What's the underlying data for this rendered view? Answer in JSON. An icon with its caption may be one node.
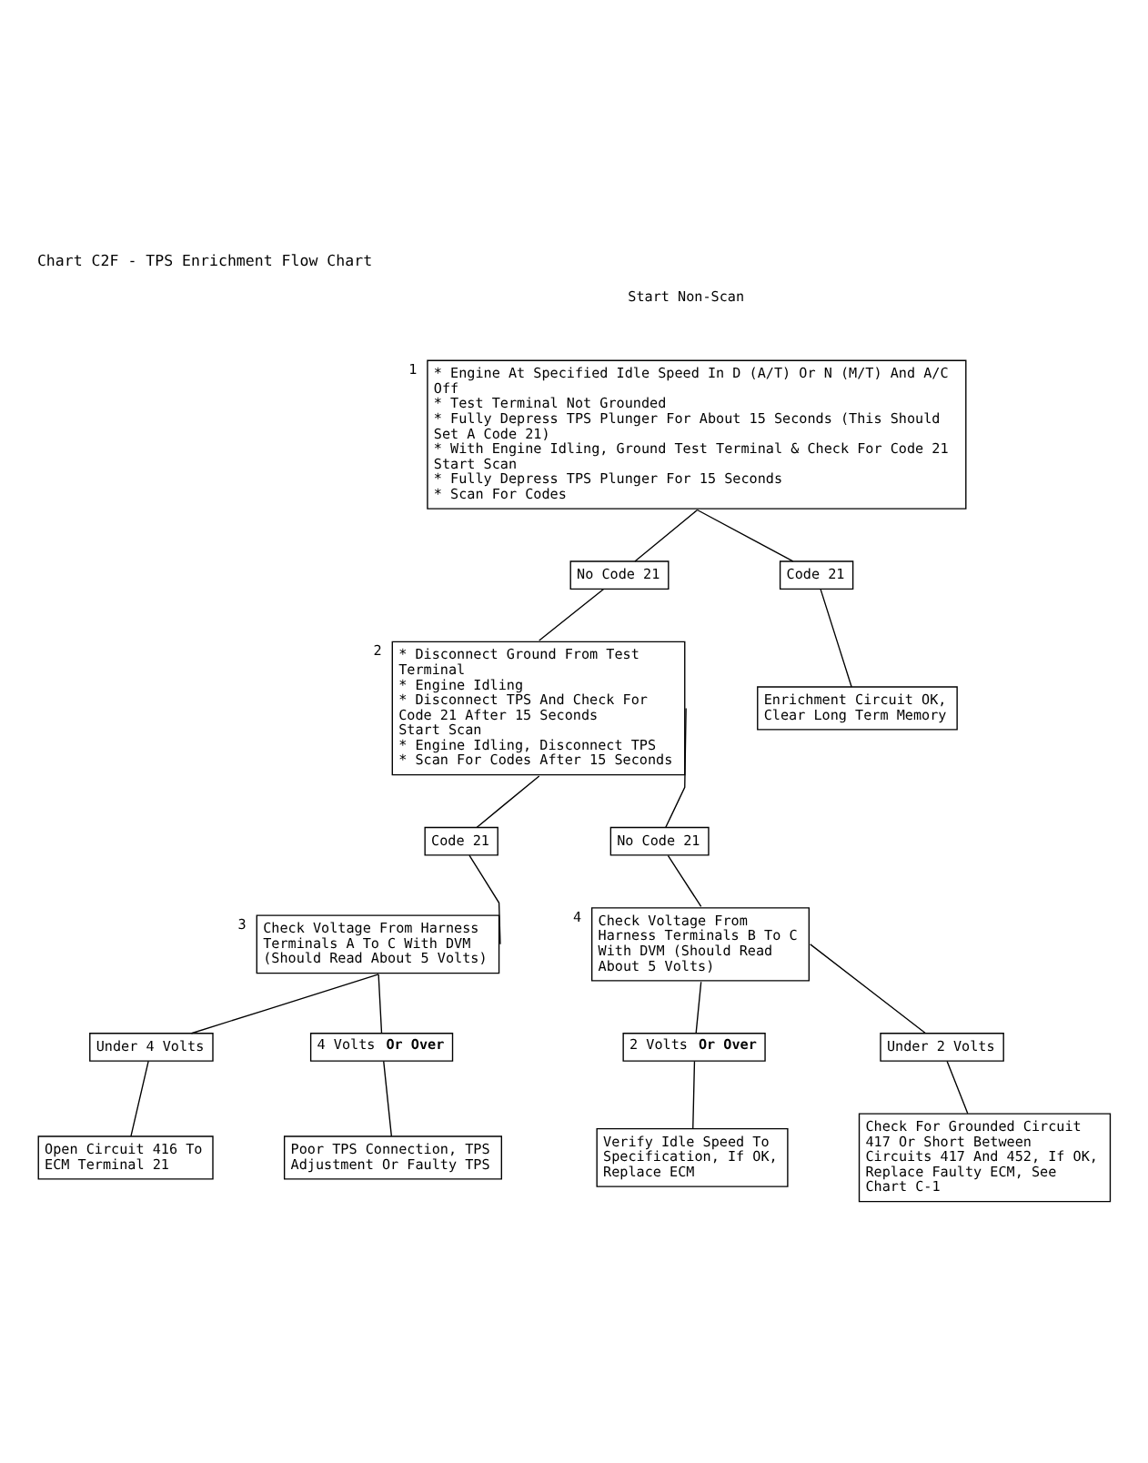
{
  "diagram": {
    "title": "Chart C2F - TPS Enrichment Flow Chart",
    "nodes": [
      {
        "text": [
          "* Engine At Specified Idle Speed In D (A/T) Or N (M/T) And A/C Off",
          "* Test Terminal Not Grounded",
          "* Fully Depress TPS Plunger For About 15 Seconds (This Should Set A Code 21)",
          "* With Engine Idling, Ground Test Terminal & Check For Code 21",
          "Start Scan",
          "* Fully Depress TPS Plunger For 15 Seconds",
          "* Scan For Codes"
        ],
        "beside": [
          "1"
        ]
      },
      {
        "text": [
          "No Code 21"
        ]
      },
      {
        "text": [
          "Code 21"
        ]
      },
      {
        "text": [
          "* Disconnect Ground From Test Terminal",
          "* Engine Idling",
          "* Disconnect TPS And Check For Code 21 After 15 Seconds",
          "Start Scan",
          "* Engine Idling, Disconnect TPS",
          "* Scan For Codes After 15 Seconds"
        ],
        "beside": [
          "2"
        ]
      },
      {
        "text": [
          "Enrichment Circuit OK, Clear Long Term Memory"
        ]
      },
      {
        "text": [
          "Code 21"
        ]
      },
      {
        "text": [
          "No Code 21"
        ]
      },
      {
        "text": [
          "Check Voltage From Harness Terminals A To C With DVM (Should Read About 5 Volts)"
        ],
        "beside": [
          "3"
        ]
      },
      {
        "text": [
          "Check Voltage From Harness Terminals B To C With DVM (Should Read About 5 Volts)"
        ],
        "beside": [
          "4"
        ]
      },
      {
        "text": [
          "Under 4 Volts"
        ]
      },
      {
        "text": [
          "Open Circuit 416 To ECM Terminal 21"
        ]
      },
      {
        "text": [
          "4 Volts **Or Over**"
        ]
      },
      {
        "text": [
          "Poor TPS Connection, TPS Adjustment Or Faulty TPS"
        ]
      },
      {
        "text": [
          "2 Volts **Or Over**"
        ]
      },
      {
        "text": [
          "Verify Idle Speed To Specification, If OK, Replace ECM"
        ]
      },
      {
        "text": [
          "Under 2 Volts"
        ]
      },
      {
        "text": [
          "Check For Grounded Circuit 417 Or Short Between Circuits 417 And 452, If OK, Replace Faulty ECM, See Chart C-1"
        ]
      }
    ],
    "edges": [
      {
        "from": 0,
        "to": 1,
        "arrow": "none"
      },
      {
        "from": 0,
        "to": 2,
        "arrow": "none"
      },
      {
        "from": 1,
        "to": 3,
        "arrow": "none"
      },
      {
        "from": 2,
        "to": 4,
        "arrow": "none"
      },
      {
        "from": 3,
        "to": 5,
        "arrow": "none"
      },
      {
        "from": 3,
        "to": 6,
        "arrow": "none"
      },
      {
        "from": 5,
        "to": 7,
        "arrow": "none"
      },
      {
        "from": 6,
        "to": 8,
        "arrow": "none"
      },
      {
        "from": 7,
        "to": 9,
        "arrow": "none"
      },
      {
        "from": 7,
        "to": 11,
        "arrow": "none"
      },
      {
        "from": 9,
        "to": 10,
        "arrow": "none"
      },
      {
        "from": 11,
        "to": 12,
        "arrow": "none"
      },
      {
        "from": 8,
        "to": 13,
        "arrow": "none"
      },
      {
        "from": 8,
        "to": 15,
        "arrow": "none"
      },
      {
        "from": 13,
        "to": 14,
        "arrow": "none"
      },
      {
        "from": 15,
        "to": 16,
        "arrow": "none"
      }
    ],
    "labels": [
      "Start Non-Scan"
    ]
  }
}
